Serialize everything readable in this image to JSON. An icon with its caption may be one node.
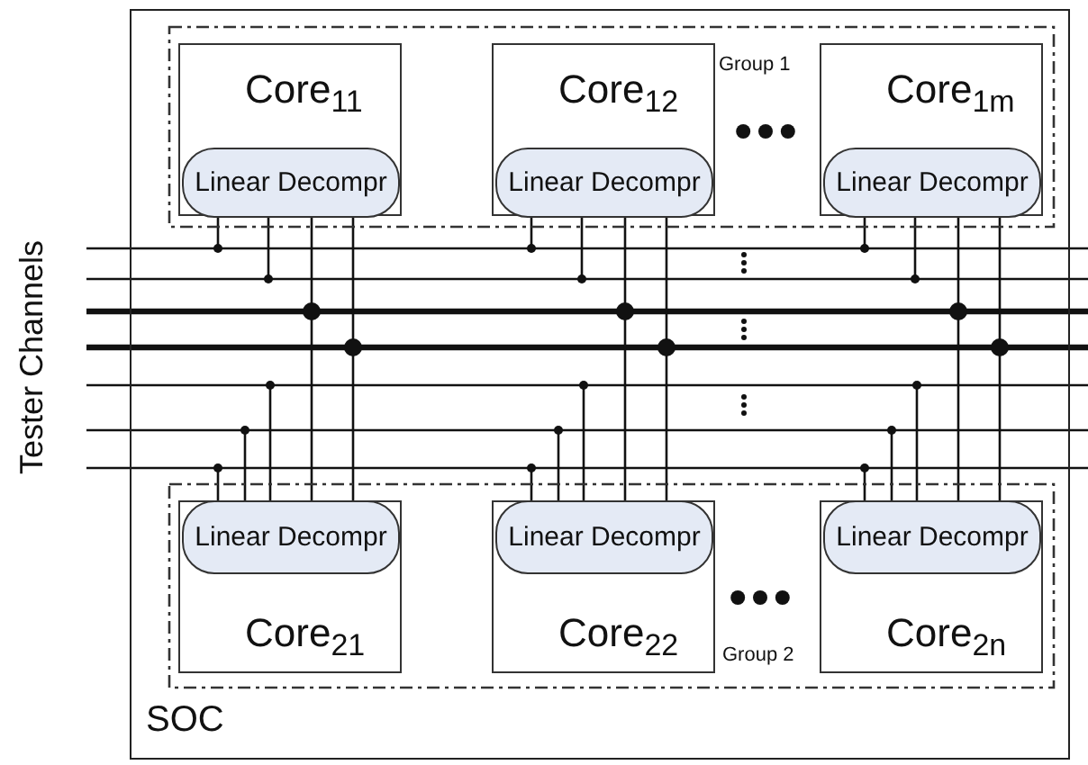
{
  "diagram": {
    "nodes": [
      {
        "text": [
          "SOC"
        ]
      },
      {
        "text": [
          "Group 1"
        ],
        "in": 0
      },
      {
        "text": [
          "Core$_{11}$"
        ],
        "in": 1
      },
      {
        "text": [
          "Linear Decompr"
        ],
        "in": 2
      },
      {
        "text": [
          "Core$_{12}$"
        ],
        "in": 1
      },
      {
        "text": [
          "Linear Decompr"
        ],
        "in": 4
      },
      {
        "text": [
          "Core$_{1m}$"
        ],
        "in": 1
      },
      {
        "text": [
          "Linear Decompr"
        ],
        "in": 6
      },
      {
        "text": [
          "Group 2"
        ],
        "in": 0
      },
      {
        "text": [
          "Core$_{21}$"
        ],
        "in": 8
      },
      {
        "text": [
          "Linear Decompr"
        ],
        "in": 9
      },
      {
        "text": [
          "Core$_{22}$"
        ],
        "in": 8
      },
      {
        "text": [
          "Linear Decompr"
        ],
        "in": 11
      },
      {
        "text": [
          "Core$_{2n}$"
        ],
        "in": 8
      },
      {
        "text": [
          "Linear Decompr"
        ],
        "in": 13
      }
    ],
    "edges": [
      {
        "from": 3,
        "to": null,
        "arrow": "other"
      },
      {
        "from": 3,
        "to": null,
        "arrow": "other"
      },
      {
        "from": 3,
        "to": 10,
        "arrow": "none"
      },
      {
        "from": 3,
        "to": 10,
        "arrow": "none"
      },
      {
        "from": 10,
        "to": null,
        "arrow": "other"
      },
      {
        "from": 10,
        "to": null,
        "arrow": "other"
      },
      {
        "from": 10,
        "to": null,
        "arrow": "other"
      },
      {
        "from": 5,
        "to": null,
        "arrow": "other"
      },
      {
        "from": 5,
        "to": null,
        "arrow": "other"
      },
      {
        "from": 5,
        "to": 12,
        "arrow": "none"
      },
      {
        "from": 5,
        "to": 12,
        "arrow": "none"
      },
      {
        "from": 12,
        "to": null,
        "arrow": "other"
      },
      {
        "from": 12,
        "to": null,
        "arrow": "other"
      },
      {
        "from": 12,
        "to": null,
        "arrow": "other"
      },
      {
        "from": 7,
        "to": null,
        "arrow": "other"
      },
      {
        "from": 7,
        "to": null,
        "arrow": "other"
      },
      {
        "from": 7,
        "to": 14,
        "arrow": "none"
      },
      {
        "from": 7,
        "to": 14,
        "arrow": "none"
      },
      {
        "from": 14,
        "to": null,
        "arrow": "other"
      },
      {
        "from": 14,
        "to": null,
        "arrow": "other"
      },
      {
        "from": 14,
        "to": null,
        "arrow": "other"
      }
    ],
    "labels": [
      "Tester Channels"
    ]
  }
}
